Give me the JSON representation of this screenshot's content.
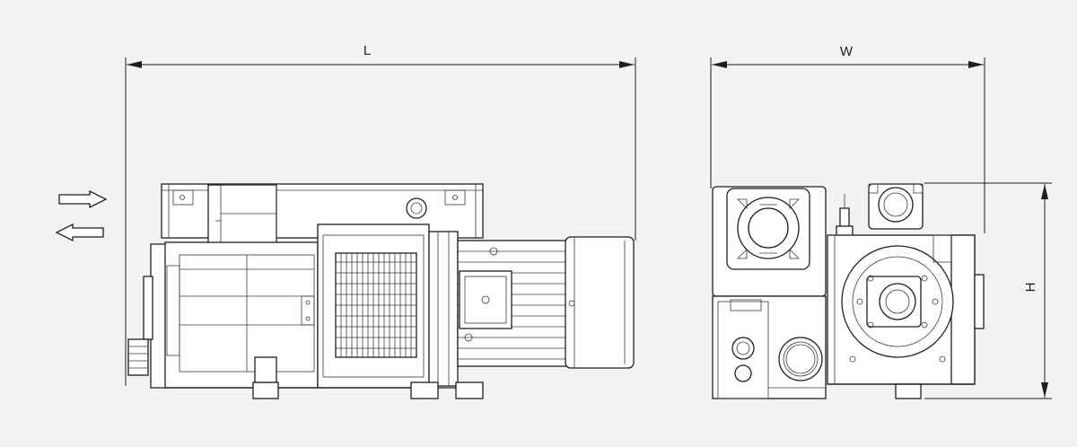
{
  "dimensions": {
    "length_label": "L",
    "width_label": "W",
    "height_label": "H"
  },
  "flow_indicators": [
    {
      "direction": "in",
      "icon": "arrow-right-outline-icon"
    },
    {
      "direction": "out",
      "icon": "arrow-left-outline-icon"
    }
  ],
  "views": [
    {
      "name": "side-view",
      "icon": "vacuum-pump-side-drawing"
    },
    {
      "name": "end-view",
      "icon": "vacuum-pump-end-drawing"
    }
  ]
}
